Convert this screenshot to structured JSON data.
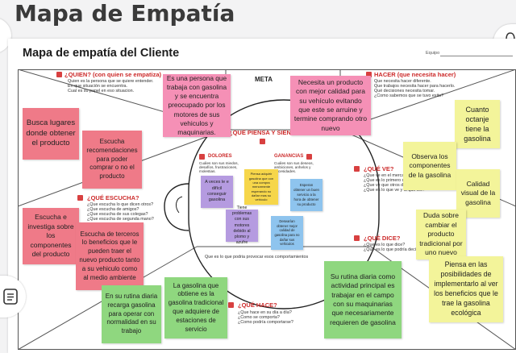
{
  "page": {
    "header_title": "Mapa de Empatía",
    "card_title": "Mapa de empatía del Cliente",
    "equipo_label": "Equipo"
  },
  "board": {
    "meta_label": "META",
    "quien": {
      "title": "¿QUIEN? (con quien se empatiza)",
      "lines": [
        "Quien es la persona que se quiere entender.",
        "En que situación se encuentra.",
        "Cual es su papel en eso situacion."
      ]
    },
    "hacer": {
      "title": "HACER (que necesita hacer)",
      "lines": [
        "Que necesita hacer diferente.",
        "Que trabajos necesita hacer para hacerlo.",
        "Qué decisiones necesita tomar.",
        "¿Como sabemos que se tuvo exito?"
      ]
    },
    "piensa_siente": "¿QUÉ PIENSA Y SIENTE?",
    "dolores": {
      "title": "DOLORES",
      "lines": [
        "Cuáles son sus miedos,",
        "desafíos, frustraciones,",
        "molestias."
      ]
    },
    "ganancias": {
      "title": "GANANCIAS",
      "lines": [
        "Cuáles son sus deseos,",
        "ambiciones, anhelos y",
        "necesidades."
      ]
    },
    "ve": {
      "title": "¿QUÉ VE?",
      "lines": [
        "¿Que ve en el mercado?",
        "¿Que es lo primero que...",
        "¿Que ve que otros dicen?",
        "¿Que es lo que ve y lo que lee?"
      ]
    },
    "escucha": {
      "title": "¿QUÉ ESCUCHA?",
      "lines": [
        "¿Que escucha lo que dicen otros?",
        "¿Que escucha de amigos?",
        "¿Que escucha de sus colegas?",
        "¿Que escucha de segunda mano?"
      ]
    },
    "dice": {
      "title": "¿QUÉ DICE?",
      "lines": [
        "¿Que es lo que dice?",
        "¿Que es lo que podría decir?"
      ]
    },
    "hace": {
      "title": "¿QUÉ HACE?",
      "lines": [
        "¿Que hace en su día a día?",
        "¿Como se comporta?",
        "¿Como podría comportarse?"
      ]
    },
    "provocar": "Que es lo que podria provocar esos comportamientos"
  },
  "stickies": {
    "busca": "Busca lugares donde obtener el producto",
    "escucha_rec": "Escucha recomendaciones para poder comprar o no el producto",
    "escucha_investiga": "Escucha e investiga sobre los componentes del producto",
    "escucha_terceros": "Escucha de terceros lo beneficios que le pueden traer el nuevo producto tanto a su vehiculo como al medio ambiente",
    "persona": "Es una persona que trabaja con gasolina y se encuentra preocupado por los motores de sus vehiculos y maquinarias.",
    "necesita": "Necesita un producto con mejor calidad para su vehículo evitando que este se arruine y termine comprando otro nuevo",
    "cuanto": "Cuanto octanje tiene la gasolina",
    "observa": "Observa los componentes de la gasolina",
    "calidad": "Calidad visual de la gasolina",
    "duda": "Duda sobre cambiar el producto tradicional por uno nuevo",
    "piensa": "Piensa en las posibilidades de implementarlo al ver los beneficios que le trae la gasolina ecológica",
    "a_veces": "A veces le e difícil conseguir gasolina",
    "tiene": "Tiene problemas con sus motores debido al plomo y azufre",
    "piensa_adquirir": "Piensa adquirir gasolina que con una compra menormente esperando no dañar mas su vehículo",
    "espera": "Esperan obtener un buen servicio a la hora de obtener su producto",
    "desearia": "Desearían obtener mejor calidad de gasolina para no dañar sus vehiculos",
    "rutina_recarga": "En su rutina diaria recarga gasolina para operar con normalidad en su trabajo",
    "gasolina_estaciones": "La gasolina que obtiene es la gasolina tradicional que adquiere de estaciones de servicio",
    "rutina_actividad": "Su rutina diaria como actividad principal es trabajar en el campo con su maquinarias que necesariamente requieren de gasolina"
  }
}
